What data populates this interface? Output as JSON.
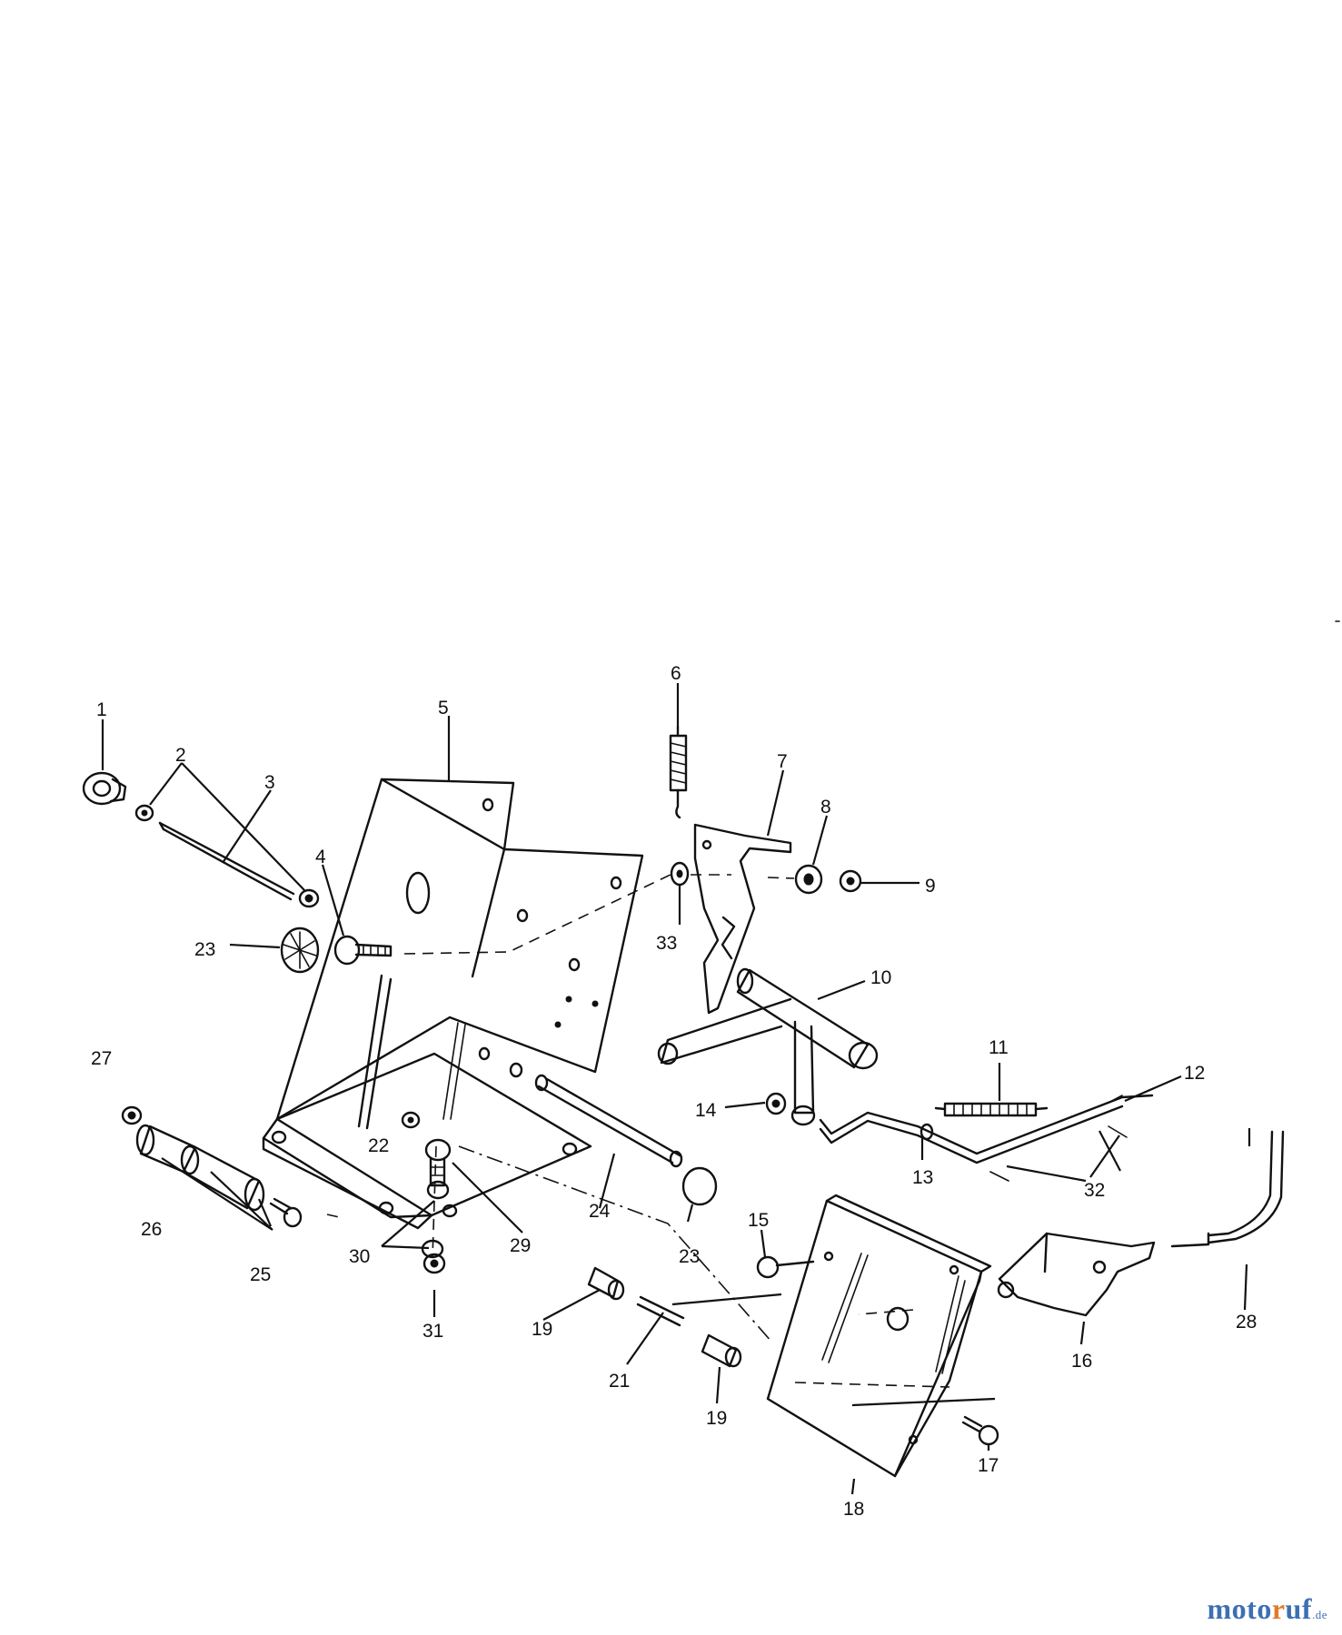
{
  "diagram": {
    "callouts": [
      {
        "id": "c1",
        "text": "1"
      },
      {
        "id": "c2",
        "text": "2"
      },
      {
        "id": "c3",
        "text": "3"
      },
      {
        "id": "c4",
        "text": "4"
      },
      {
        "id": "c5",
        "text": "5"
      },
      {
        "id": "c6",
        "text": "6"
      },
      {
        "id": "c7",
        "text": "7"
      },
      {
        "id": "c8",
        "text": "8"
      },
      {
        "id": "c9",
        "text": "9"
      },
      {
        "id": "c10",
        "text": "10"
      },
      {
        "id": "c11",
        "text": "11"
      },
      {
        "id": "c12",
        "text": "12"
      },
      {
        "id": "c13",
        "text": "13"
      },
      {
        "id": "c14",
        "text": "14"
      },
      {
        "id": "c15",
        "text": "15"
      },
      {
        "id": "c16",
        "text": "16"
      },
      {
        "id": "c17",
        "text": "17"
      },
      {
        "id": "c18",
        "text": "18"
      },
      {
        "id": "c19a",
        "text": "19"
      },
      {
        "id": "c19b",
        "text": "19"
      },
      {
        "id": "c21",
        "text": "21"
      },
      {
        "id": "c22",
        "text": "22"
      },
      {
        "id": "c23a",
        "text": "23"
      },
      {
        "id": "c23b",
        "text": "23"
      },
      {
        "id": "c24",
        "text": "24"
      },
      {
        "id": "c25",
        "text": "25"
      },
      {
        "id": "c26",
        "text": "26"
      },
      {
        "id": "c27",
        "text": "27"
      },
      {
        "id": "c28",
        "text": "28"
      },
      {
        "id": "c29",
        "text": "29"
      },
      {
        "id": "c30",
        "text": "30"
      },
      {
        "id": "c31",
        "text": "31"
      },
      {
        "id": "c32",
        "text": "32"
      },
      {
        "id": "c33",
        "text": "33"
      }
    ]
  },
  "watermark": {
    "brand_part1": "moto",
    "brand_part2": "r",
    "brand_part3": "uf",
    "tld": ".de"
  }
}
